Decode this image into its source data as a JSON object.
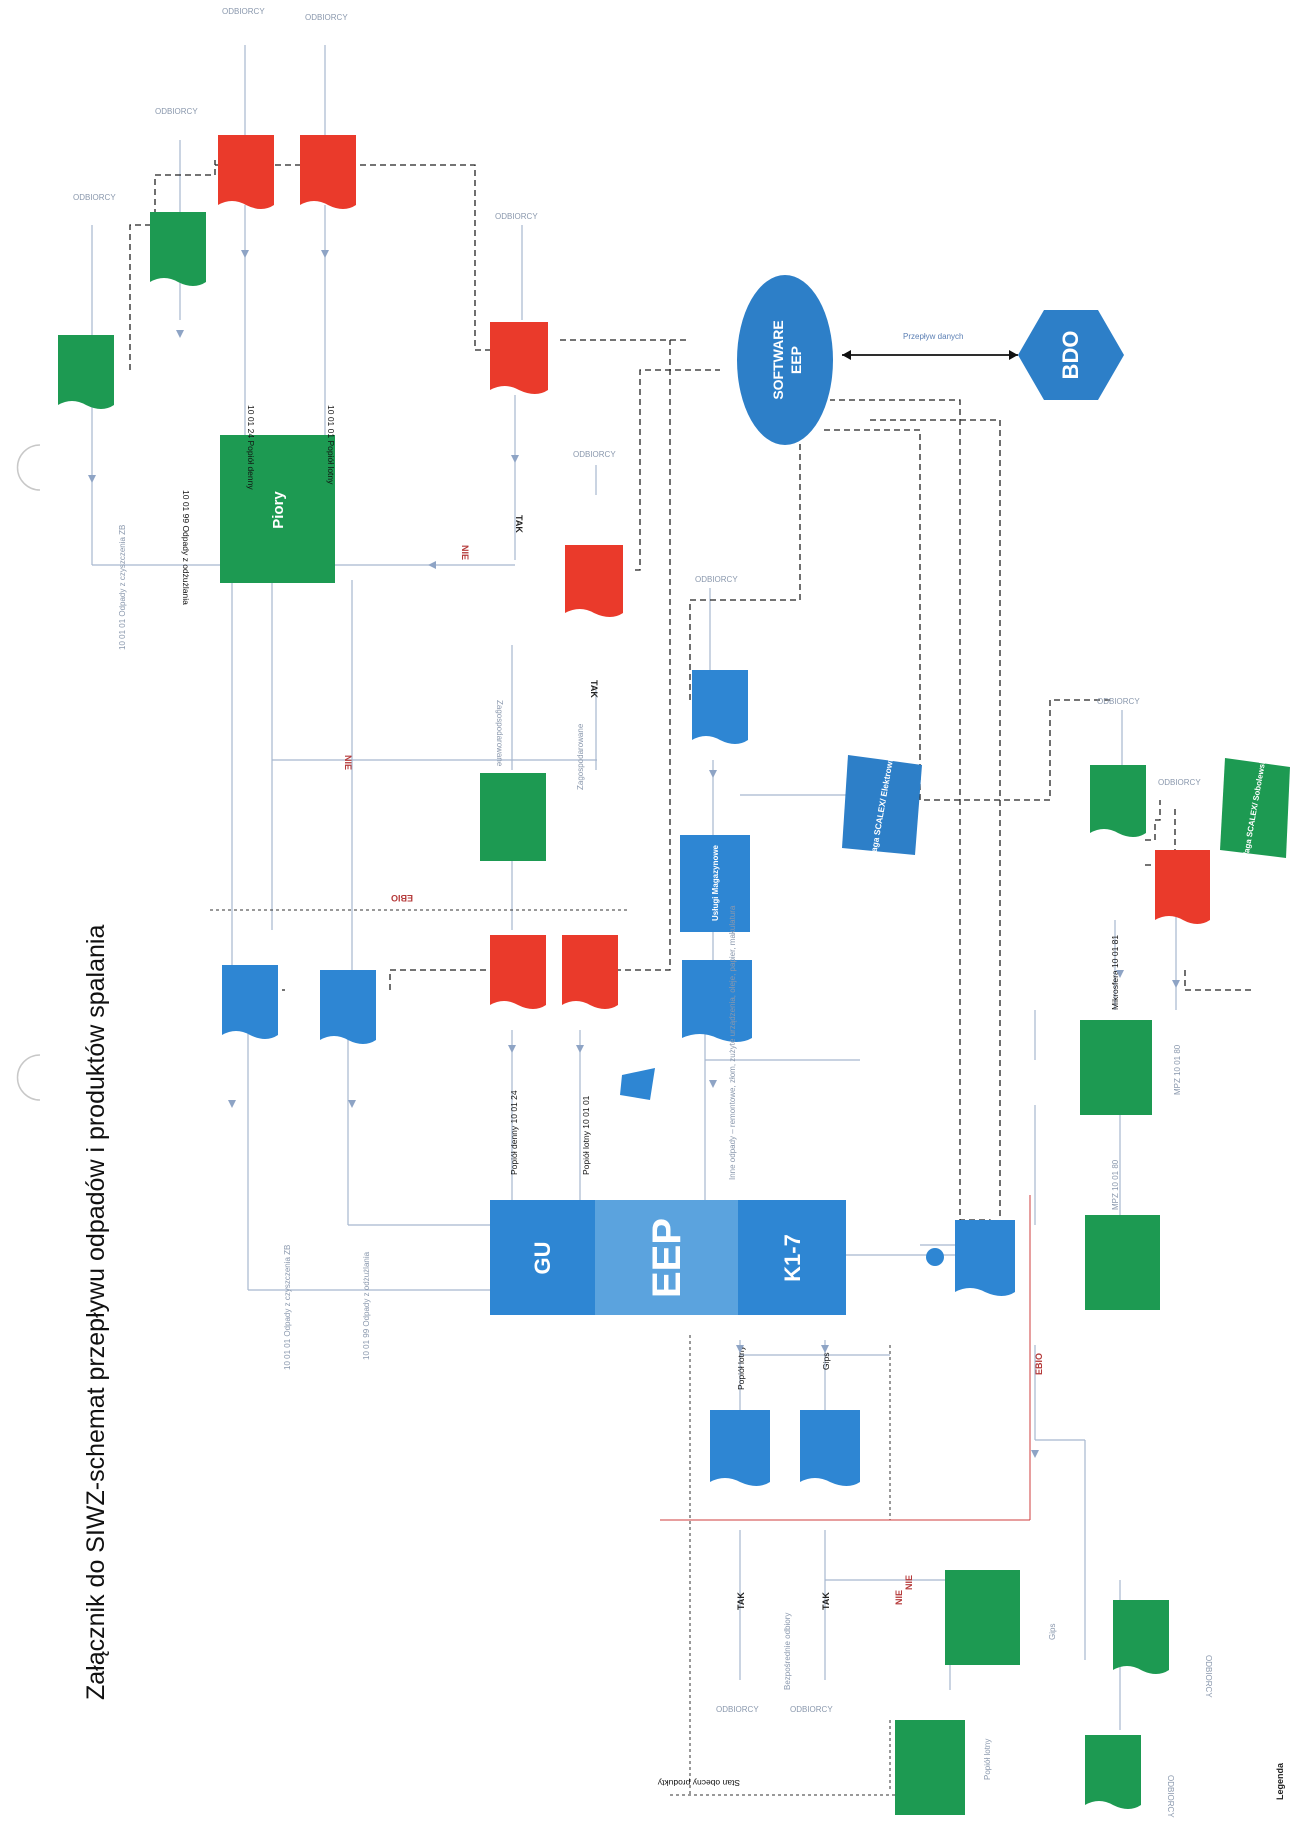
{
  "title": "Załącznik do SIWZ-schemat przepływu odpadów i produktów spalania",
  "colors": {
    "green": "#1d9a52",
    "red": "#ea3a2b",
    "blue": "#2f8ad6",
    "navy": "#2d70b8",
    "eep_light": "#5aa2de",
    "line": "#a7b8cf",
    "dash": "#222222"
  },
  "blocks": {
    "gu": "GU",
    "eep": "EEP",
    "k17": "K1-7",
    "piory": "Piory",
    "software_line1": "SOFTWARE",
    "software_line2": "EEP",
    "bdo": "BDO",
    "waga_elektrownia": "Waga SCALEX/ Elektrownia",
    "waga_sobolew": "Waga SCALEX/ Sobolewska",
    "uslugi": "Usługi Magazynowe"
  },
  "labels": {
    "odbiorcy": "ODBIORCY",
    "przeplyw": "Przepływ danych",
    "popiol_denny_top": "10 01 24 Popiół denny",
    "popiol_lotny_top": "10 01 01 Popiół lotny",
    "odpady_odzuzlania_top": "10 01 99 Odpady z odżużlania",
    "odpady_czyszczenia_top": "10 01 01 Odpady z czyszczenia ZB",
    "popiol_denny_mid": "Popiół denny 10 01 24",
    "popiol_lotny_mid": "Popiół lotny 10 01 01",
    "odpady_czyszczenia_bot": "10 01 01 Odpady z czyszczenia ZB",
    "odpady_odzuzlania_bot": "10 01 99 Odpady z odżużlania",
    "inne_odpady": "Inne odpady – remontowe, złom, zużyte urządzenia, oleje, papier, makulatura",
    "zagospodarowane1": "Zagospodarowane",
    "zagospodarowane2": "Zagospodarowane",
    "tak": "TAK",
    "nie": "NIE",
    "ebio": "EBIO",
    "popiol_lotny_bot": "Popiół lotny",
    "gips": "Gips",
    "mikrosfera": "Mikrosfera 10 01 81",
    "mpz1": "MPZ 10 01 80",
    "mpz2": "MPZ 10 01 80",
    "stan_obecny": "Stan obecny produkty",
    "bezposrednie": "Bezpośrednie odbiory",
    "legenda": "Legenda"
  }
}
